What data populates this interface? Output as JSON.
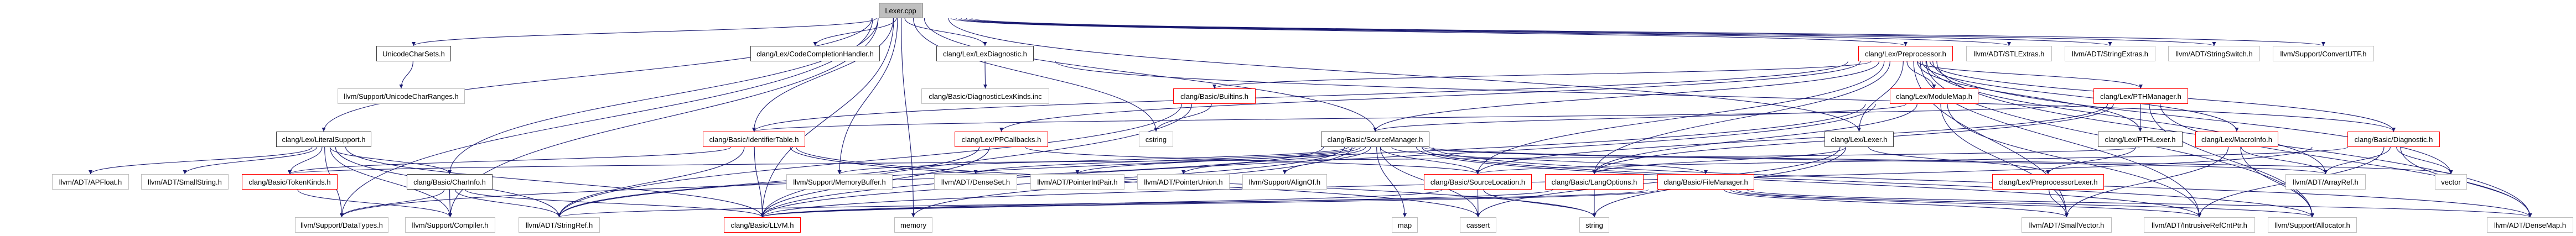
{
  "diagram": {
    "type": "include-dependency-graph",
    "root": "Lexer.cpp",
    "colors": {
      "edge": "#191970",
      "root_fill": "#bfbfbf",
      "documented_border": "#404040",
      "undocumented_border": "#bfbfbf",
      "truncated_border": "#ff0000"
    },
    "nodes": [
      {
        "id": "lexer_cpp",
        "label": "Lexer.cpp",
        "style": "root"
      },
      {
        "id": "unicodecharsets",
        "label": "UnicodeCharSets.h",
        "style": "black"
      },
      {
        "id": "codecompletion",
        "label": "clang/Lex/CodeCompletionHandler.h",
        "style": "black"
      },
      {
        "id": "lexdiagnostic",
        "label": "clang/Lex/LexDiagnostic.h",
        "style": "black"
      },
      {
        "id": "preprocessor",
        "label": "clang/Lex/Preprocessor.h",
        "style": "red"
      },
      {
        "id": "stlextras",
        "label": "llvm/ADT/STLExtras.h",
        "style": "gray"
      },
      {
        "id": "stringextras",
        "label": "llvm/ADT/StringExtras.h",
        "style": "gray"
      },
      {
        "id": "stringswitch",
        "label": "llvm/ADT/StringSwitch.h",
        "style": "gray"
      },
      {
        "id": "convertutf",
        "label": "llvm/Support/ConvertUTF.h",
        "style": "gray"
      },
      {
        "id": "unicodecharranges",
        "label": "llvm/Support/UnicodeCharRanges.h",
        "style": "gray"
      },
      {
        "id": "diaglexkinds",
        "label": "clang/Basic/DiagnosticLexKinds.inc",
        "style": "gray"
      },
      {
        "id": "builtins",
        "label": "clang/Basic/Builtins.h",
        "style": "red"
      },
      {
        "id": "modulemap",
        "label": "clang/Lex/ModuleMap.h",
        "style": "red"
      },
      {
        "id": "pthmanager",
        "label": "clang/Lex/PTHManager.h",
        "style": "red"
      },
      {
        "id": "literalsupport",
        "label": "clang/Lex/LiteralSupport.h",
        "style": "black"
      },
      {
        "id": "identifiertable",
        "label": "clang/Basic/IdentifierTable.h",
        "style": "red"
      },
      {
        "id": "ppcallbacks",
        "label": "clang/Lex/PPCallbacks.h",
        "style": "red"
      },
      {
        "id": "cstring",
        "label": "cstring",
        "style": "gray"
      },
      {
        "id": "sourcemanager",
        "label": "clang/Basic/SourceManager.h",
        "style": "black"
      },
      {
        "id": "lexer_h",
        "label": "clang/Lex/Lexer.h",
        "style": "black"
      },
      {
        "id": "pthlexer",
        "label": "clang/Lex/PTHLexer.h",
        "style": "black"
      },
      {
        "id": "macroinfo",
        "label": "clang/Lex/MacroInfo.h",
        "style": "red"
      },
      {
        "id": "diagnostic",
        "label": "clang/Basic/Diagnostic.h",
        "style": "red"
      },
      {
        "id": "apfloat",
        "label": "llvm/ADT/APFloat.h",
        "style": "gray"
      },
      {
        "id": "smallstring",
        "label": "llvm/ADT/SmallString.h",
        "style": "gray"
      },
      {
        "id": "tokenkinds",
        "label": "clang/Basic/TokenKinds.h",
        "style": "red"
      },
      {
        "id": "charinfo",
        "label": "clang/Basic/CharInfo.h",
        "style": "black"
      },
      {
        "id": "memorybuffer",
        "label": "llvm/Support/MemoryBuffer.h",
        "style": "gray"
      },
      {
        "id": "denseset",
        "label": "llvm/ADT/DenseSet.h",
        "style": "gray"
      },
      {
        "id": "pointerintpair",
        "label": "llvm/ADT/PointerIntPair.h",
        "style": "gray"
      },
      {
        "id": "pointerunion",
        "label": "llvm/ADT/PointerUnion.h",
        "style": "gray"
      },
      {
        "id": "alignof",
        "label": "llvm/Support/AlignOf.h",
        "style": "gray"
      },
      {
        "id": "sourcelocation",
        "label": "clang/Basic/SourceLocation.h",
        "style": "red"
      },
      {
        "id": "langoptions",
        "label": "clang/Basic/LangOptions.h",
        "style": "red"
      },
      {
        "id": "filemanager",
        "label": "clang/Basic/FileManager.h",
        "style": "red"
      },
      {
        "id": "pplexer",
        "label": "clang/Lex/PreprocessorLexer.h",
        "style": "red"
      },
      {
        "id": "arrayref",
        "label": "llvm/ADT/ArrayRef.h",
        "style": "gray"
      },
      {
        "id": "vector",
        "label": "vector",
        "style": "gray"
      },
      {
        "id": "datatypes",
        "label": "llvm/Support/DataTypes.h",
        "style": "gray"
      },
      {
        "id": "compiler",
        "label": "llvm/Support/Compiler.h",
        "style": "gray"
      },
      {
        "id": "stringref",
        "label": "llvm/ADT/StringRef.h",
        "style": "gray"
      },
      {
        "id": "llvm_h",
        "label": "clang/Basic/LLVM.h",
        "style": "red"
      },
      {
        "id": "memory",
        "label": "memory",
        "style": "gray"
      },
      {
        "id": "map",
        "label": "map",
        "style": "gray"
      },
      {
        "id": "cassert",
        "label": "cassert",
        "style": "gray"
      },
      {
        "id": "string",
        "label": "string",
        "style": "gray"
      },
      {
        "id": "smallvector",
        "label": "llvm/ADT/SmallVector.h",
        "style": "gray"
      },
      {
        "id": "intrusiverefcntptr",
        "label": "llvm/ADT/IntrusiveRefCntPtr.h",
        "style": "gray"
      },
      {
        "id": "allocator",
        "label": "llvm/Support/Allocator.h",
        "style": "gray"
      },
      {
        "id": "densemap",
        "label": "llvm/ADT/DenseMap.h",
        "style": "gray"
      }
    ],
    "edges": [
      [
        "lexer_cpp",
        "unicodecharsets"
      ],
      [
        "lexer_cpp",
        "codecompletion"
      ],
      [
        "lexer_cpp",
        "lexdiagnostic"
      ],
      [
        "lexer_cpp",
        "preprocessor"
      ],
      [
        "lexer_cpp",
        "stlextras"
      ],
      [
        "lexer_cpp",
        "stringextras"
      ],
      [
        "lexer_cpp",
        "stringswitch"
      ],
      [
        "lexer_cpp",
        "convertutf"
      ],
      [
        "lexer_cpp",
        "literalsupport"
      ],
      [
        "lexer_cpp",
        "charinfo"
      ],
      [
        "lexer_cpp",
        "sourcemanager"
      ],
      [
        "lexer_cpp",
        "identifiertable"
      ],
      [
        "lexer_cpp",
        "lexer_h"
      ],
      [
        "lexer_cpp",
        "cstring"
      ],
      [
        "lexer_cpp",
        "memorybuffer"
      ],
      [
        "lexer_cpp",
        "datatypes"
      ],
      [
        "lexer_cpp",
        "compiler"
      ],
      [
        "lexer_cpp",
        "llvm_h"
      ],
      [
        "lexer_cpp",
        "memory"
      ],
      [
        "unicodecharsets",
        "unicodecharranges"
      ],
      [
        "lexdiagnostic",
        "diaglexkinds"
      ],
      [
        "lexdiagnostic",
        "diagnostic"
      ],
      [
        "preprocessor",
        "builtins"
      ],
      [
        "preprocessor",
        "modulemap"
      ],
      [
        "preprocessor",
        "pthmanager"
      ],
      [
        "preprocessor",
        "lexer_h"
      ],
      [
        "preprocessor",
        "pthlexer"
      ],
      [
        "preprocessor",
        "macroinfo"
      ],
      [
        "preprocessor",
        "diagnostic"
      ],
      [
        "preprocessor",
        "ppcallbacks"
      ],
      [
        "preprocessor",
        "identifiertable"
      ],
      [
        "preprocessor",
        "sourcemanager"
      ],
      [
        "preprocessor",
        "langoptions"
      ],
      [
        "preprocessor",
        "sourcelocation"
      ],
      [
        "preprocessor",
        "smallvector"
      ],
      [
        "preprocessor",
        "intrusiverefcntptr"
      ],
      [
        "preprocessor",
        "allocator"
      ],
      [
        "preprocessor",
        "densemap"
      ],
      [
        "preprocessor",
        "arrayref"
      ],
      [
        "preprocessor",
        "vector"
      ],
      [
        "builtins",
        "cstring"
      ],
      [
        "builtins",
        "llvm_h"
      ],
      [
        "builtins",
        "stringref"
      ],
      [
        "modulemap",
        "sourcemanager"
      ],
      [
        "modulemap",
        "langoptions"
      ],
      [
        "modulemap",
        "llvm_h"
      ],
      [
        "modulemap",
        "smallvector"
      ],
      [
        "modulemap",
        "intrusiverefcntptr"
      ],
      [
        "modulemap",
        "stringref"
      ],
      [
        "pthmanager",
        "pthlexer"
      ],
      [
        "pthmanager",
        "sourcelocation"
      ],
      [
        "pthmanager",
        "langoptions"
      ],
      [
        "pthmanager",
        "densemap"
      ],
      [
        "pthmanager",
        "allocator"
      ],
      [
        "pthmanager",
        "identifiertable"
      ],
      [
        "literalsupport",
        "apfloat"
      ],
      [
        "literalsupport",
        "smallstring"
      ],
      [
        "literalsupport",
        "tokenkinds"
      ],
      [
        "literalsupport",
        "charinfo"
      ],
      [
        "literalsupport",
        "datatypes"
      ],
      [
        "literalsupport",
        "stringref"
      ],
      [
        "literalsupport",
        "compiler"
      ],
      [
        "literalsupport",
        "llvm_h"
      ],
      [
        "identifiertable",
        "tokenkinds"
      ],
      [
        "identifiertable",
        "llvm_h"
      ],
      [
        "identifiertable",
        "stringref"
      ],
      [
        "identifiertable",
        "cassert"
      ],
      [
        "identifiertable",
        "string"
      ],
      [
        "ppcallbacks",
        "sourcelocation"
      ],
      [
        "ppcallbacks",
        "stringref"
      ],
      [
        "ppcallbacks",
        "llvm_h"
      ],
      [
        "sourcemanager",
        "sourcelocation"
      ],
      [
        "sourcemanager",
        "filemanager"
      ],
      [
        "sourcemanager",
        "memorybuffer"
      ],
      [
        "sourcemanager",
        "denseset"
      ],
      [
        "sourcemanager",
        "pointerintpair"
      ],
      [
        "sourcemanager",
        "pointerunion"
      ],
      [
        "sourcemanager",
        "alignof"
      ],
      [
        "sourcemanager",
        "map"
      ],
      [
        "sourcemanager",
        "cassert"
      ],
      [
        "sourcemanager",
        "memory"
      ],
      [
        "sourcemanager",
        "vector"
      ],
      [
        "sourcemanager",
        "densemap"
      ],
      [
        "sourcemanager",
        "arrayref"
      ],
      [
        "sourcemanager",
        "intrusiverefcntptr"
      ],
      [
        "sourcemanager",
        "allocator"
      ],
      [
        "sourcemanager",
        "llvm_h"
      ],
      [
        "sourcemanager",
        "datatypes"
      ],
      [
        "lexer_h",
        "pplexer"
      ],
      [
        "lexer_h",
        "langoptions"
      ],
      [
        "lexer_h",
        "string"
      ],
      [
        "lexer_h",
        "cassert"
      ],
      [
        "pthlexer",
        "pplexer"
      ],
      [
        "macroinfo",
        "tokenkinds"
      ],
      [
        "macroinfo",
        "smallvector"
      ],
      [
        "macroinfo",
        "allocator"
      ],
      [
        "macroinfo",
        "arrayref"
      ],
      [
        "diagnostic",
        "sourcelocation"
      ],
      [
        "diagnostic",
        "arrayref"
      ],
      [
        "diagnostic",
        "vector"
      ],
      [
        "diagnostic",
        "densemap"
      ],
      [
        "diagnostic",
        "intrusiverefcntptr"
      ],
      [
        "diagnostic",
        "llvm_h"
      ],
      [
        "tokenkinds",
        "compiler"
      ],
      [
        "charinfo",
        "datatypes"
      ],
      [
        "charinfo",
        "compiler"
      ],
      [
        "charinfo",
        "stringref"
      ],
      [
        "charinfo",
        "llvm_h"
      ],
      [
        "sourcelocation",
        "cassert"
      ],
      [
        "sourcelocation",
        "string"
      ],
      [
        "sourcelocation",
        "llvm_h"
      ],
      [
        "langoptions",
        "string"
      ],
      [
        "langoptions",
        "llvm_h"
      ],
      [
        "filemanager",
        "llvm_h"
      ],
      [
        "filemanager",
        "smallvector"
      ],
      [
        "filemanager",
        "intrusiverefcntptr"
      ],
      [
        "filemanager",
        "allocator"
      ],
      [
        "filemanager",
        "densemap"
      ],
      [
        "filemanager",
        "stringref"
      ],
      [
        "pplexer",
        "smallvector"
      ]
    ]
  }
}
